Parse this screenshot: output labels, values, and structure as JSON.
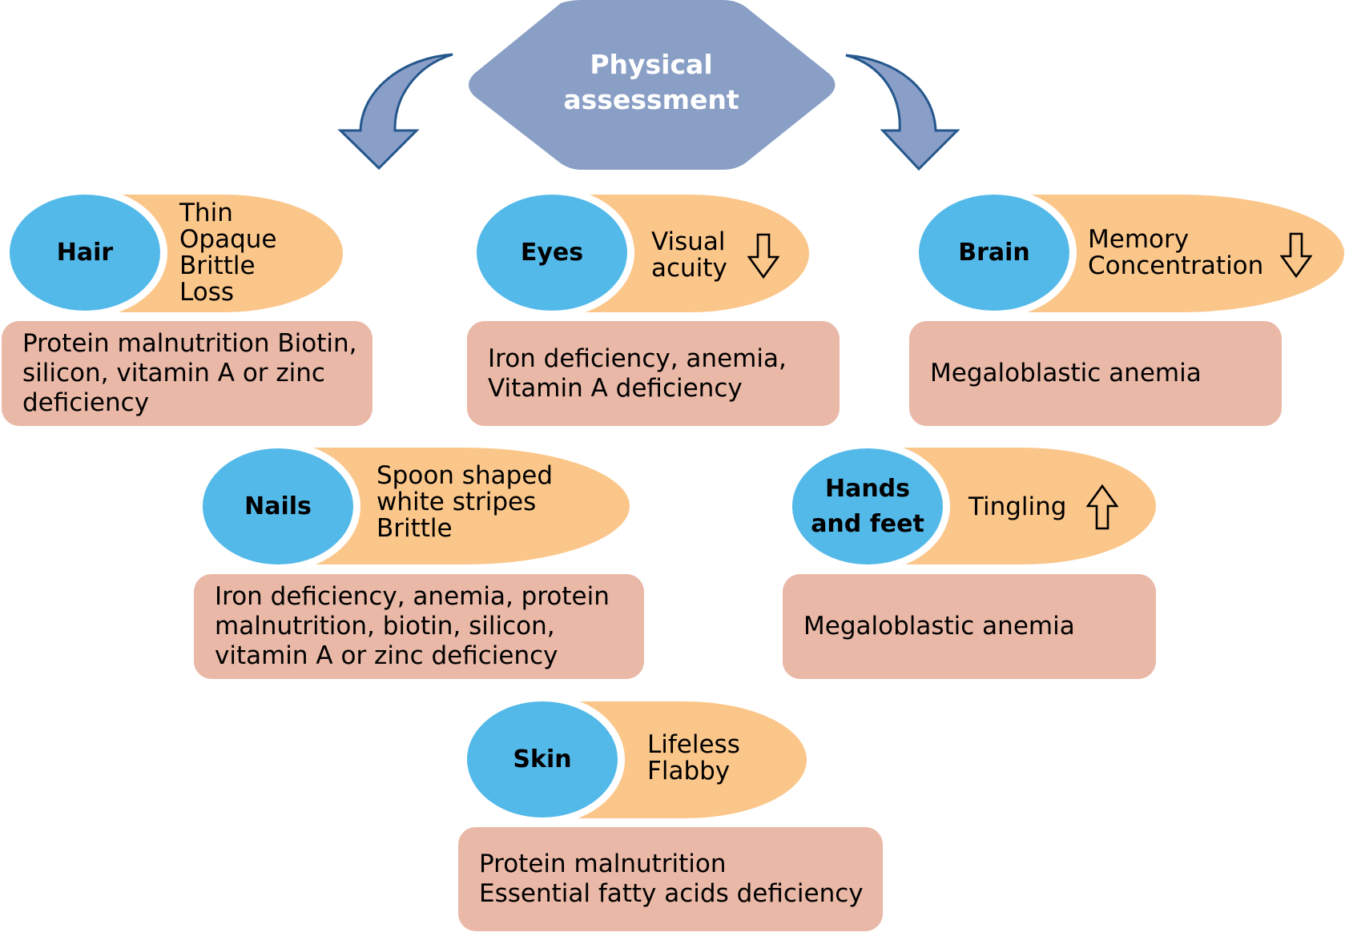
{
  "title": {
    "line1": "Physical",
    "line2": "assessment"
  },
  "colors": {
    "hexagon": "#8a9fc5",
    "arrow_fill": "#8a9fc8",
    "arrow_stroke": "#24578c",
    "organ_circle": "#53b9e9",
    "sign_pill": "#fbc68a",
    "cause_box": "#e9b8a7"
  },
  "organs": [
    {
      "id": "hair",
      "name_lines": [
        "Hair"
      ],
      "signs": [
        "Thin",
        "Opaque",
        "Brittle",
        "Loss"
      ],
      "trend": null,
      "cause_lines": [
        "Protein malnutrition Biotin,",
        "silicon, vitamin A or zinc",
        "deficiency"
      ]
    },
    {
      "id": "eyes",
      "name_lines": [
        "Eyes"
      ],
      "signs": [
        "Visual",
        "acuity"
      ],
      "trend": "decreased",
      "cause_lines": [
        "Iron deficiency, anemia,",
        "Vitamin A deficiency"
      ]
    },
    {
      "id": "brain",
      "name_lines": [
        "Brain"
      ],
      "signs": [
        "Memory",
        "Concentration"
      ],
      "trend": "decreased",
      "cause_lines": [
        "Megaloblastic anemia"
      ]
    },
    {
      "id": "nails",
      "name_lines": [
        "Nails"
      ],
      "signs": [
        "Spoon shaped",
        "white stripes",
        "Brittle"
      ],
      "trend": null,
      "cause_lines": [
        "Iron deficiency, anemia, protein",
        "malnutrition, biotin, silicon,",
        "vitamin A or zinc deficiency"
      ]
    },
    {
      "id": "hands-feet",
      "name_lines": [
        "Hands",
        "and feet"
      ],
      "signs": [
        "Tingling"
      ],
      "trend": "increased",
      "cause_lines": [
        "Megaloblastic anemia"
      ]
    },
    {
      "id": "skin",
      "name_lines": [
        "Skin"
      ],
      "signs": [
        "Lifeless",
        "Flabby"
      ],
      "trend": null,
      "cause_lines": [
        "Protein malnutrition",
        "Essential fatty acids deficiency"
      ]
    }
  ]
}
